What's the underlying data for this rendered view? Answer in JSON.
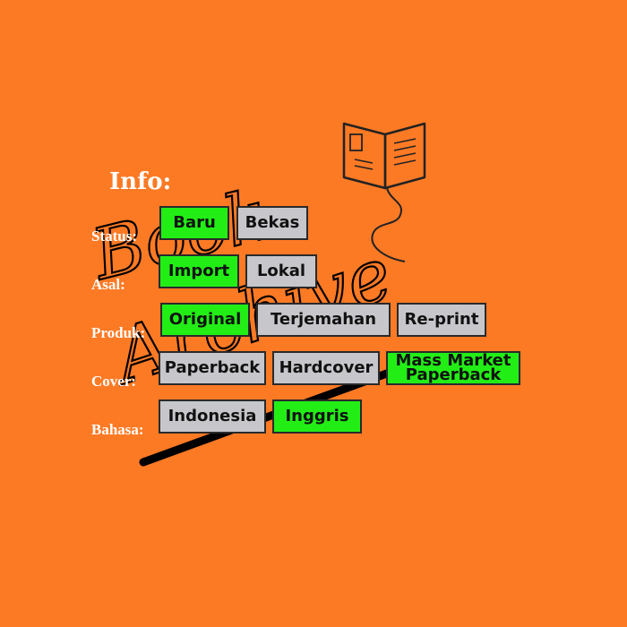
{
  "logo": {
    "word1": "Book",
    "word2": "Archive"
  },
  "info": {
    "title": "Info:"
  },
  "colors": {
    "background": "#fd7a25",
    "selected": "#22ee16",
    "unselected": "#c7c7cb",
    "label": "#ffffff"
  },
  "rows": [
    {
      "label": "Status:",
      "options": [
        {
          "label": "Baru",
          "selected": true
        },
        {
          "label": "Bekas",
          "selected": false
        }
      ]
    },
    {
      "label": "Asal:",
      "options": [
        {
          "label": "Import",
          "selected": true
        },
        {
          "label": "Lokal",
          "selected": false
        }
      ]
    },
    {
      "label": "Produk:",
      "options": [
        {
          "label": "Original",
          "selected": true
        },
        {
          "label": "Terjemahan",
          "selected": false
        },
        {
          "label": "Re-print",
          "selected": false
        }
      ]
    },
    {
      "label": "Cover:",
      "options": [
        {
          "label": "Paperback",
          "selected": false
        },
        {
          "label": "Hardcover",
          "selected": false
        },
        {
          "label": "Mass Market Paperback",
          "selected": true
        }
      ]
    },
    {
      "label": "Bahasa:",
      "options": [
        {
          "label": "Indonesia",
          "selected": false
        },
        {
          "label": "Inggris",
          "selected": true
        }
      ]
    }
  ],
  "icons": {
    "book": "open-book-icon"
  }
}
